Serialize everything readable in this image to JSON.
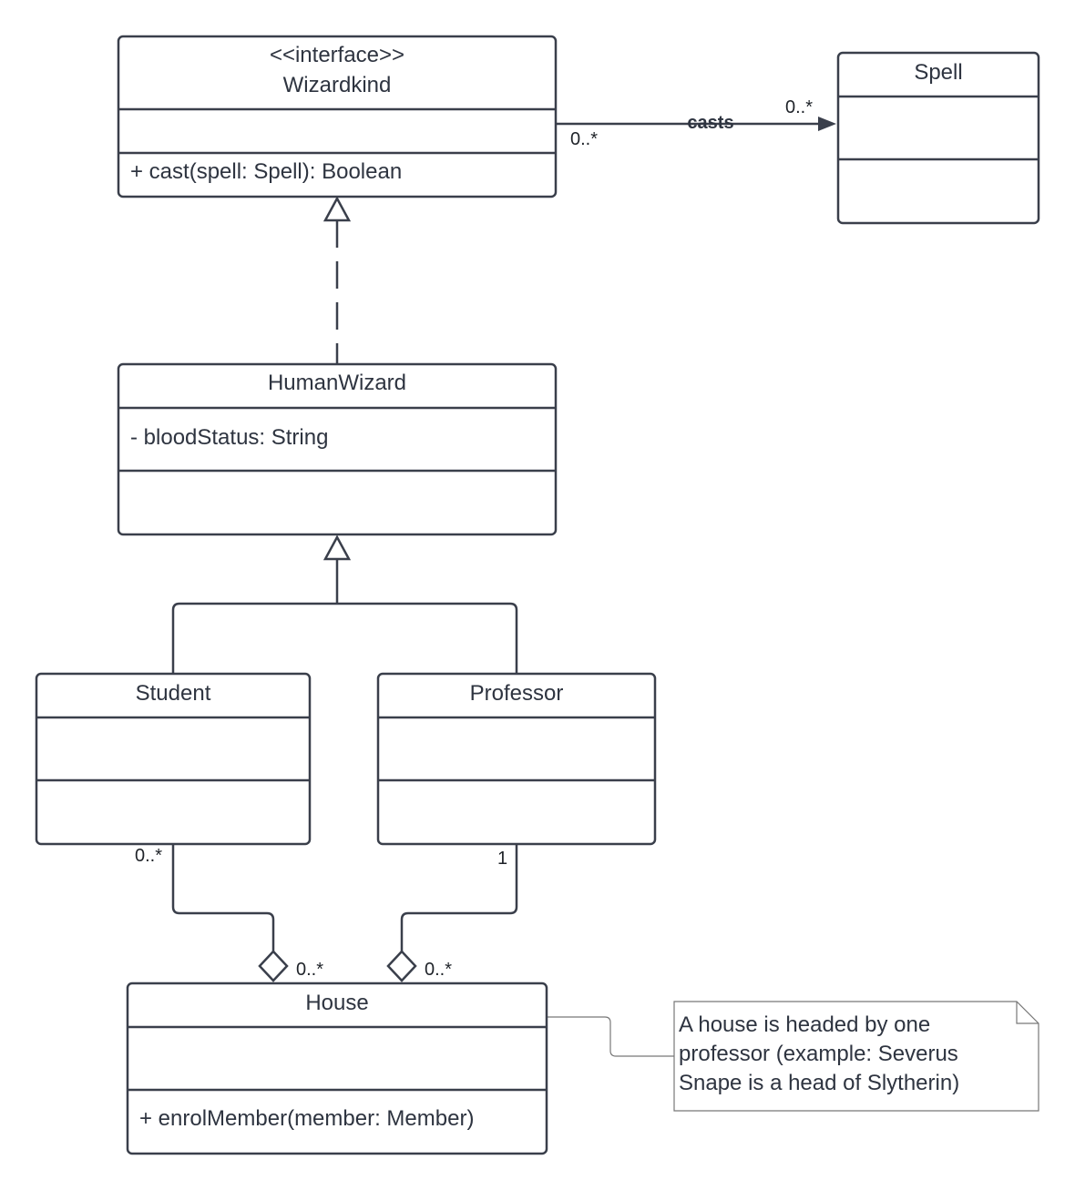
{
  "classes": {
    "wizardkind": {
      "stereotype": "<<interface>>",
      "name": "Wizardkind",
      "attributes": [],
      "methods": [
        "+ cast(spell: Spell): Boolean"
      ]
    },
    "spell": {
      "name": "Spell",
      "attributes": [],
      "methods": []
    },
    "humanwizard": {
      "name": "HumanWizard",
      "attributes": [
        "- bloodStatus: String"
      ],
      "methods": []
    },
    "student": {
      "name": "Student",
      "attributes": [],
      "methods": []
    },
    "professor": {
      "name": "Professor",
      "attributes": [],
      "methods": []
    },
    "house": {
      "name": "House",
      "attributes": [],
      "methods": [
        "+ enrolMember(member: Member)"
      ]
    }
  },
  "relationships": {
    "casts": {
      "label": "casts",
      "source_multiplicity": "0..*",
      "target_multiplicity": "0..*"
    },
    "realization": {
      "type": "realization",
      "from": "HumanWizard",
      "to": "Wizardkind"
    },
    "generalization": {
      "type": "generalization",
      "from": [
        "Student",
        "Professor"
      ],
      "to": "HumanWizard"
    },
    "student_house": {
      "type": "aggregation",
      "student_multiplicity": "0..*",
      "house_multiplicity": "0..*"
    },
    "professor_house": {
      "type": "aggregation",
      "professor_multiplicity": "1",
      "house_multiplicity": "0..*"
    }
  },
  "note": {
    "lines": [
      "A house is headed by one",
      "professor (example: Severus",
      "Snape is a head of Slytherin)"
    ]
  }
}
